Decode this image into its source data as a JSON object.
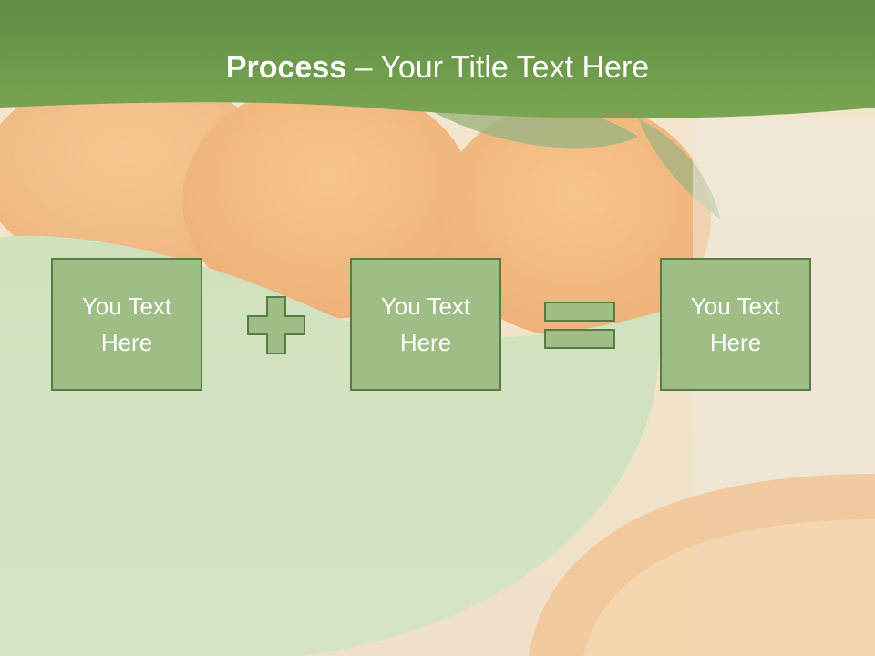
{
  "title": {
    "bold_part": "Process",
    "separator": " – ",
    "rest": "Your Title Text Here"
  },
  "process": {
    "step1": {
      "text": "You Text Here"
    },
    "operator1": {
      "icon": "plus-icon"
    },
    "step2": {
      "text": "You Text Here"
    },
    "operator2": {
      "icon": "equals-icon"
    },
    "result": {
      "text": "You Text Here"
    }
  },
  "colors": {
    "header_green": "#6f9a4c",
    "box_fill": "#9fbe86",
    "box_border": "#5a7a46",
    "text": "#ffffff"
  }
}
